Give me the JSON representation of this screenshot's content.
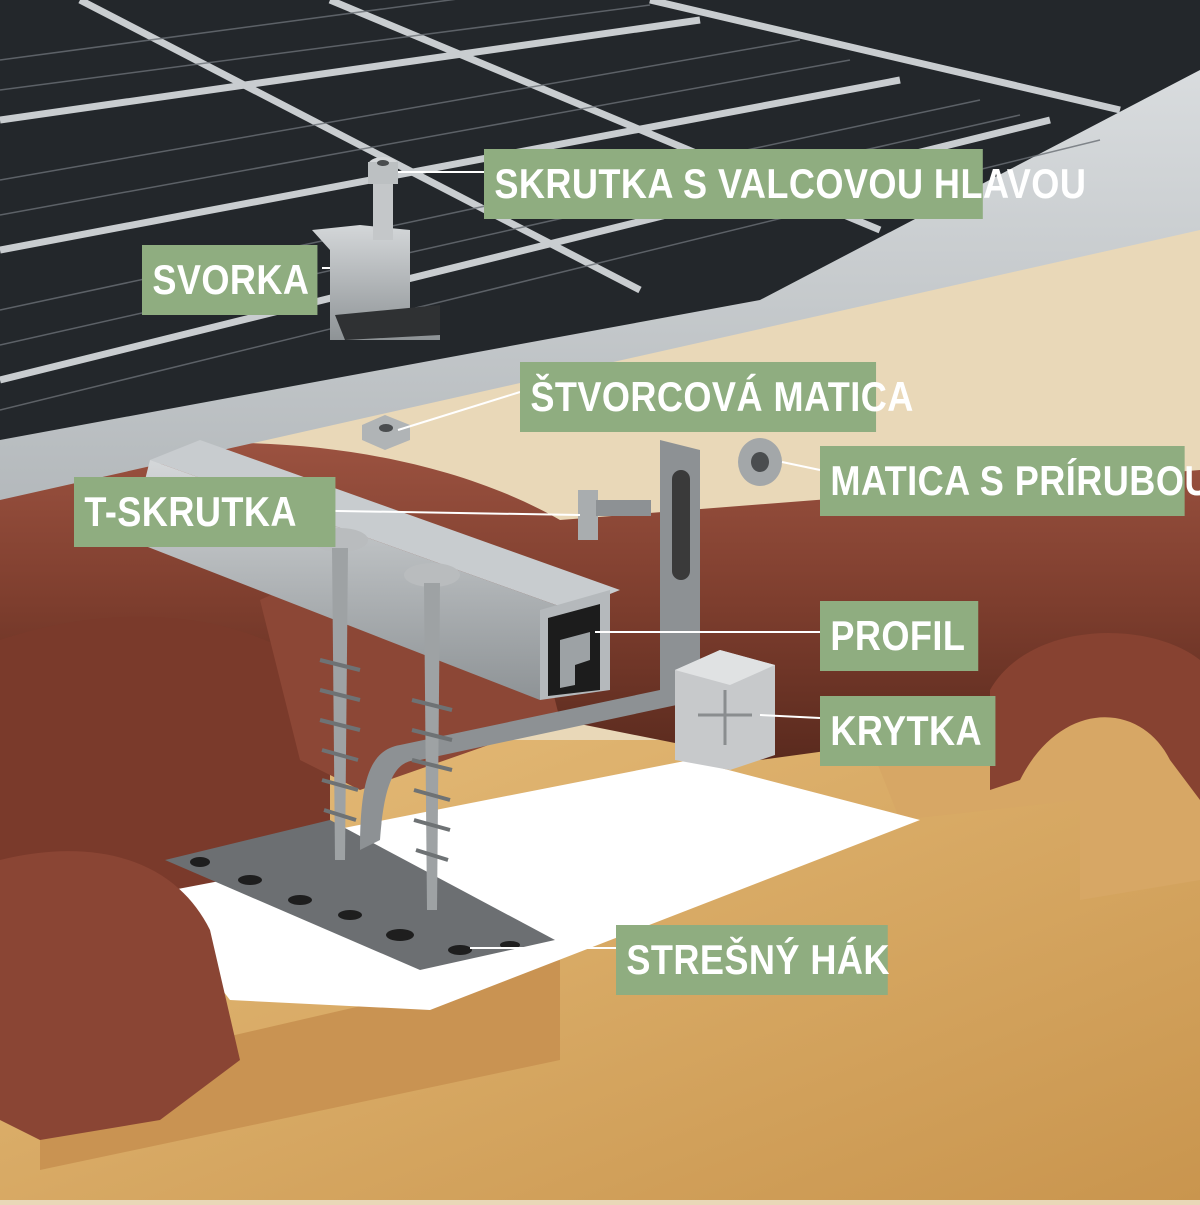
{
  "labels": {
    "cap_screw": "SKRUTKA S VALCOVOU HLAVOU",
    "clamp": "SVORKA",
    "square_nut": "ŠTVORCOVÁ MATICA",
    "t_bolt": "T-SKRUTKA",
    "flange_nut": "MATICA S PRÍRUBOU",
    "profile": "PROFIL",
    "end_cap": "KRYTKA",
    "roof_hook": "STREŠNÝ HÁK"
  },
  "colors": {
    "label_background": "#8fad80",
    "label_text": "#ffffff",
    "panel_frame": "#c9cdd0",
    "panel_cell": "#23272b",
    "roof_tile": "#8a4534",
    "wooden_batten": "#d9ad68",
    "metal": "#aeb2b4",
    "leader_line": "#ffffff"
  }
}
